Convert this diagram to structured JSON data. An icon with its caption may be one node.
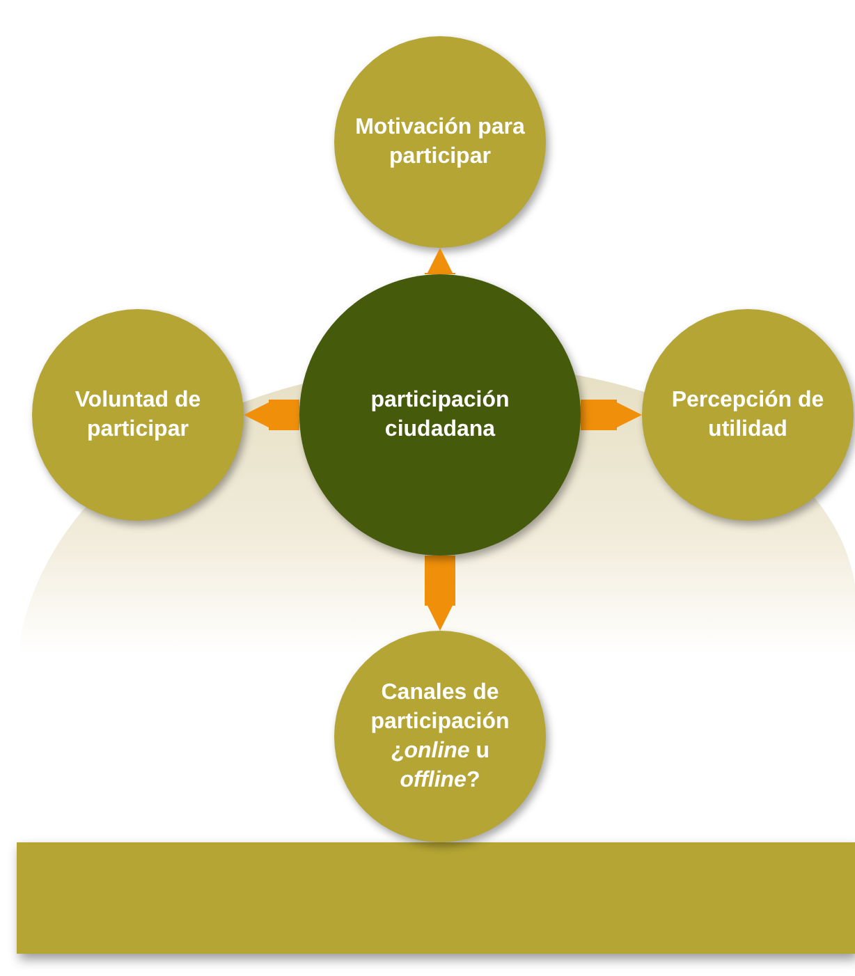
{
  "diagram": {
    "nodes": [
      {
        "text": [
          "participación ciudadana"
        ]
      },
      {
        "text": [
          "Motivación para participar"
        ]
      },
      {
        "text": [
          "Voluntad de participar"
        ]
      },
      {
        "text": [
          "Percepción de utilidad"
        ]
      },
      {
        "text": [
          "Canales de participación ¿*online* u *offline*?"
        ]
      }
    ],
    "edges": [
      {
        "from": 0,
        "to": 1,
        "arrow": "to"
      },
      {
        "from": 0,
        "to": 2,
        "arrow": "to"
      },
      {
        "from": 0,
        "to": 3,
        "arrow": "to"
      },
      {
        "from": 0,
        "to": 4,
        "arrow": "to"
      }
    ]
  }
}
